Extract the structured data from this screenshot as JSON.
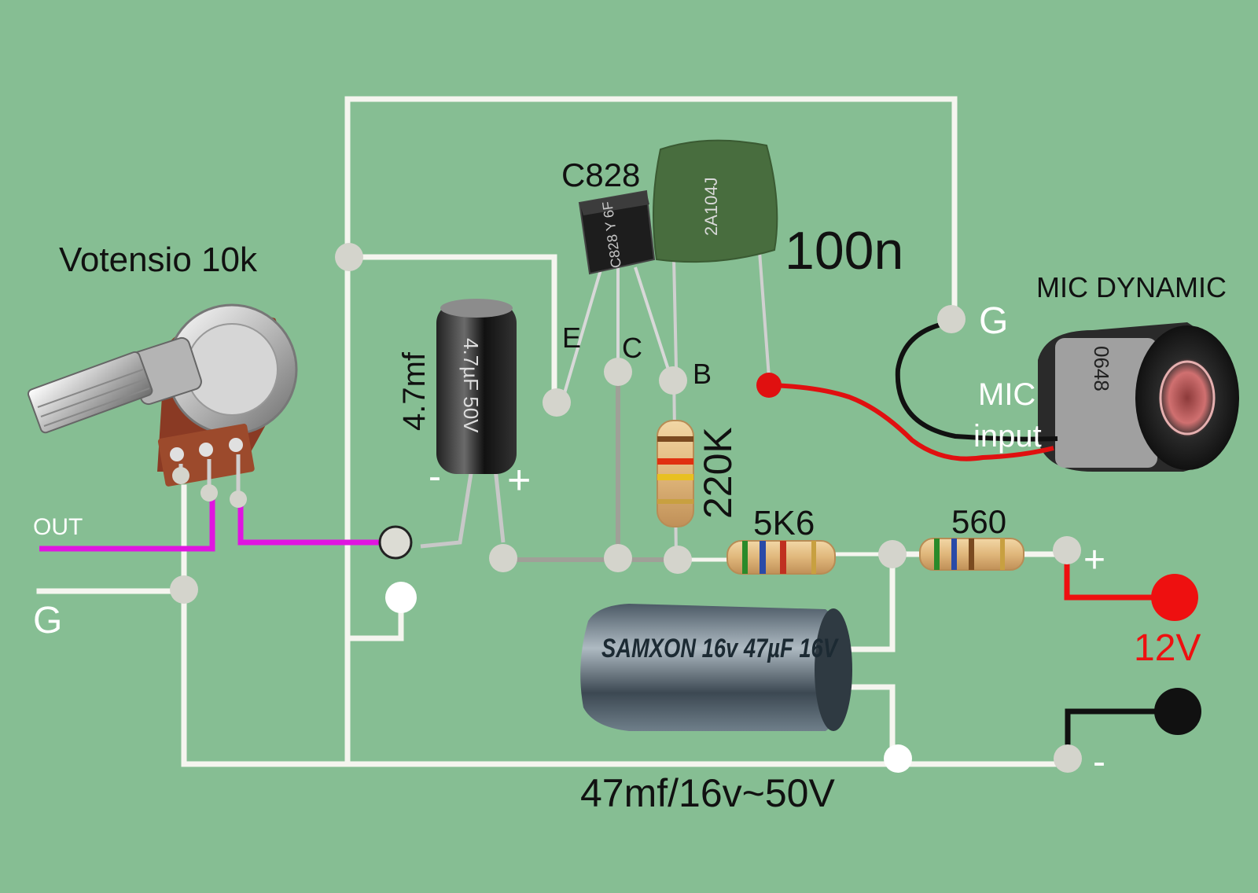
{
  "labels": {
    "pot": "Votensio 10k",
    "transistor": "C828",
    "transistor_body": "C828 Y 6F",
    "film_cap_value": "100n",
    "film_cap_code": "2A104J",
    "mic": "MIC DYNAMIC",
    "mic_ground": "G",
    "mic_input_1": "MIC",
    "mic_input_2": "input",
    "mic_body_code": "0648",
    "emitter": "E",
    "collector": "C",
    "base": "B",
    "small_cap_value": "4.7mf",
    "small_cap_body": "4.7µF 50V",
    "minus": "-",
    "plus": "+",
    "r_base": "220K",
    "r_collector": "5K6",
    "r_supply": "560",
    "out": "OUT",
    "ground": "G",
    "supply_plus": "+",
    "supply_voltage": "12V",
    "supply_minus": "-",
    "big_cap_value": "47mf/16v~50V",
    "big_cap_body": "SAMXON 16v 47µF 16V"
  },
  "colors": {
    "background": "#86be93",
    "wire": "#f5f5ef",
    "node": "#d4d4cc",
    "out_wire": "#e015e0",
    "mic_red": "#e01010",
    "collector_wire": "#a0a098",
    "supply_red": "#ee1010",
    "supply_black": "#111111"
  }
}
